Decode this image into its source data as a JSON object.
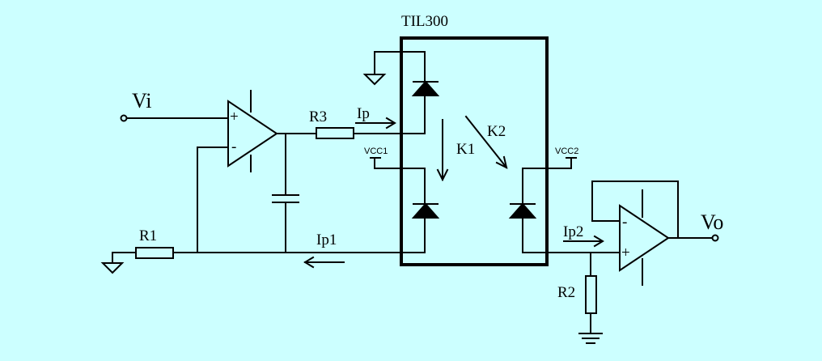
{
  "labels": {
    "chip": "TIL300",
    "vi": "Vi",
    "vo": "Vo",
    "r1": "R1",
    "r2": "R2",
    "r3": "R3",
    "ip": "Ip",
    "ip1": "Ip1",
    "ip2": "Ip2",
    "k1": "K1",
    "k2": "K2",
    "vcc1": "VCC1",
    "vcc2": "VCC2",
    "plus": "+",
    "minus": "-"
  },
  "colors": {
    "background": "#ccffff",
    "ink": "#000000"
  }
}
